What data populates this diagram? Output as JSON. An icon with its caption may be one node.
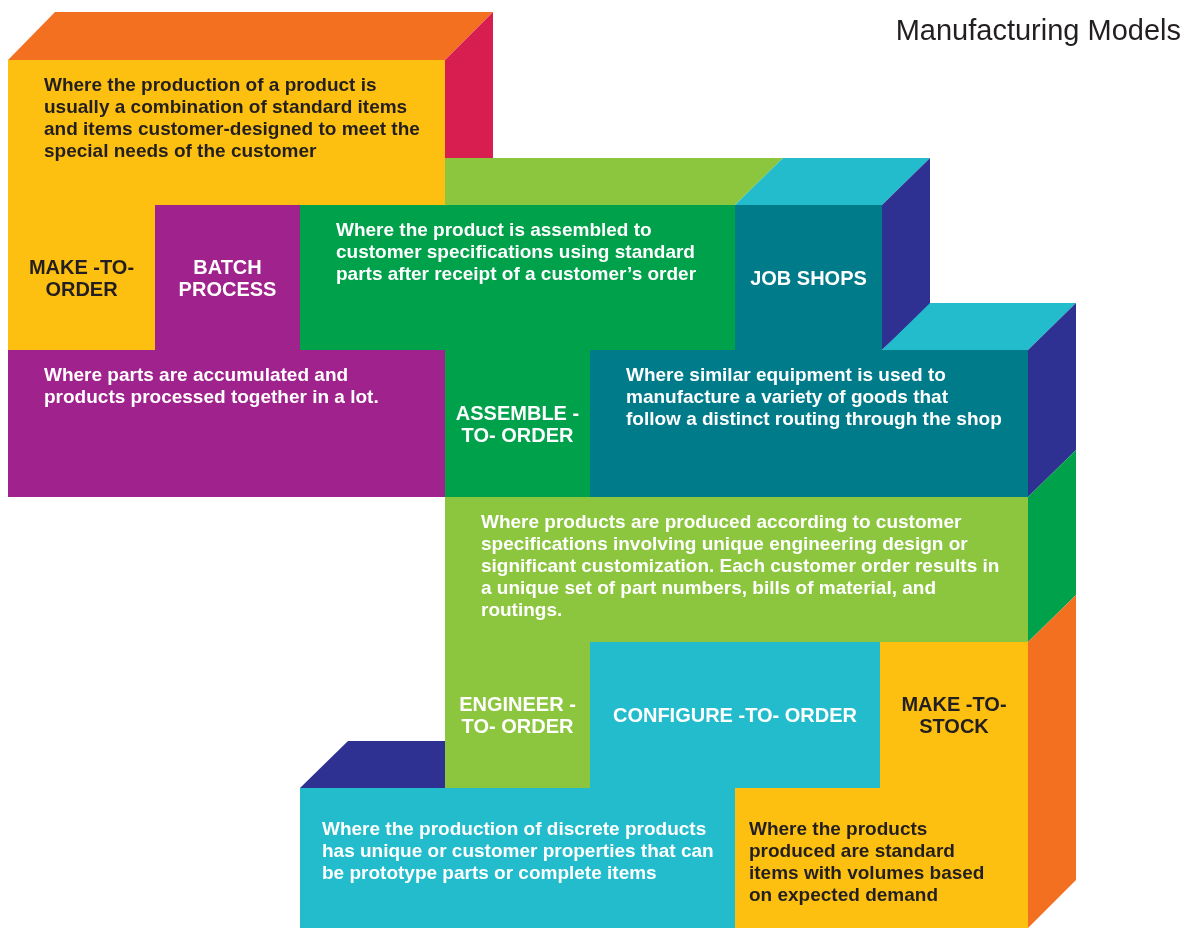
{
  "diagram": {
    "title": "Manufacturing Models",
    "nodes": [
      {
        "text": [
          "Where the production of a product is usually a combination of standard items and items customer-designed to meet the special needs of the customer"
        ]
      },
      {
        "text": [
          "MAKE -TO- ORDER"
        ]
      },
      {
        "text": [
          "BATCH PROCESS"
        ]
      },
      {
        "text": [
          "Where the product is assembled to customer specifications using standard parts after receipt of a customer’s order"
        ]
      },
      {
        "text": [
          "JOB SHOPS"
        ]
      },
      {
        "text": [
          "Where parts are accumulated and products processed together in a lot."
        ]
      },
      {
        "text": [
          "ASSEMBLE -TO- ORDER"
        ]
      },
      {
        "text": [
          "Where similar equipment is used to manufacture a variety of goods that follow a distinct routing through the shop"
        ]
      },
      {
        "text": [
          "Where products are produced according to customer specifications involving unique engineering design or significant customization. Each customer order results in a unique set of part numbers, bills of material, and routings."
        ]
      },
      {
        "text": [
          "ENGINEER -TO- ORDER"
        ]
      },
      {
        "text": [
          "CONFIGURE -TO- ORDER"
        ]
      },
      {
        "text": [
          "MAKE -TO- STOCK"
        ]
      },
      {
        "text": [
          "Where the production of discrete products has unique or customer properties that can be prototype parts or complete items"
        ]
      },
      {
        "text": [
          "Where the products produced are standard items with volumes based on expected demand"
        ]
      }
    ]
  }
}
